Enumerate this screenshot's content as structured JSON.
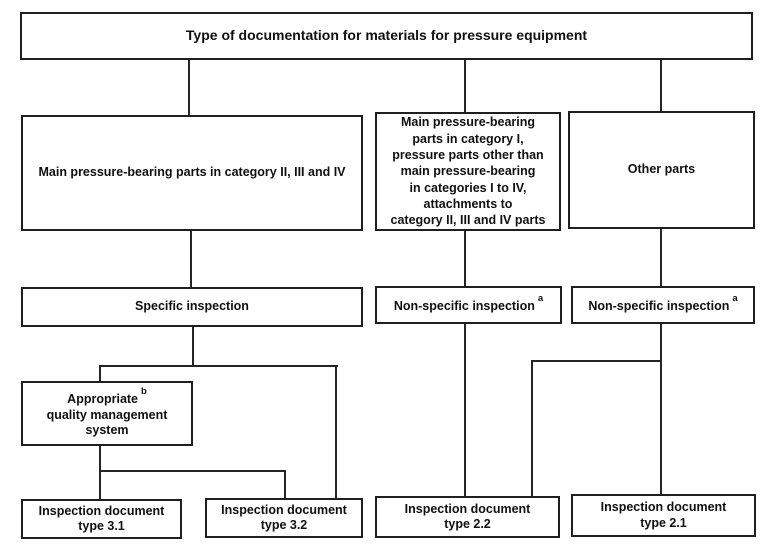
{
  "figure": {
    "title": "Type of documentation for materials for pressure equipment",
    "boxes": {
      "main_cat_2_3_4": "Main pressure-bearing parts in category II, III and IV",
      "main_cat_1_other": "Main pressure-bearing\nparts in category I,\npressure parts other than\nmain pressure-bearing\nin categories I to IV,\nattachments to\ncategory II, III and IV parts",
      "other_parts": "Other parts",
      "specific_inspection": "Specific inspection",
      "non_specific_inspection": "Non-specific inspection",
      "non_specific_note": "a",
      "qms_word": "Appropriate",
      "qms_note": "b",
      "qms_rest": "quality management\nsystem",
      "doc_3_1": "Inspection document\ntype 3.1",
      "doc_3_2": "Inspection document\ntype 3.2",
      "doc_2_2": "Inspection document\ntype 2.2",
      "doc_2_1": "Inspection document\ntype 2.1"
    },
    "colors": {
      "border": "#1f1f1f",
      "connector": "#242424",
      "text": "#101010",
      "background": "#ffffff"
    }
  }
}
